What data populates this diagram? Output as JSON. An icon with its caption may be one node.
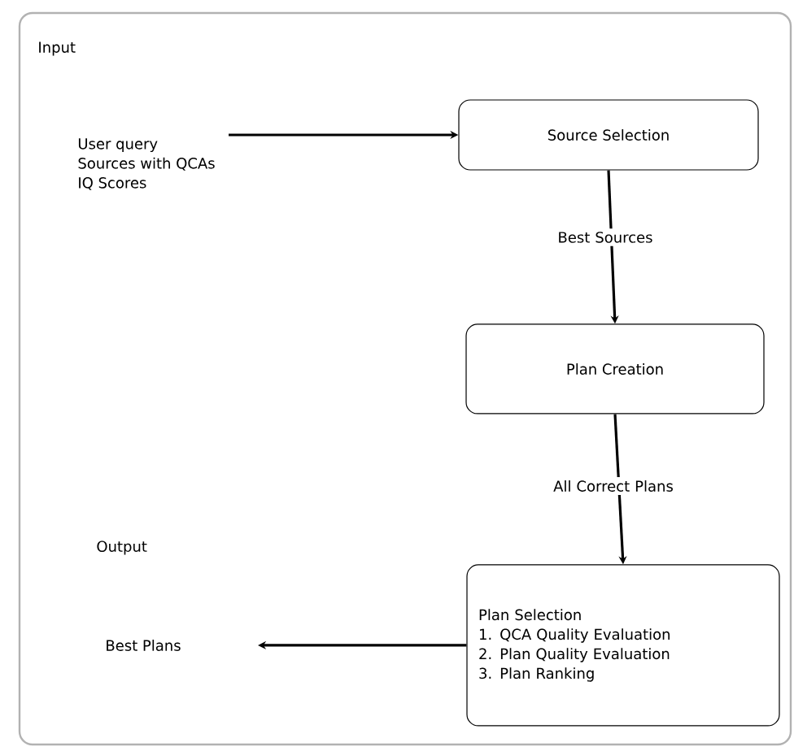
{
  "diagram": {
    "nodes": [
      {
        "text": [
          "User query",
          "Sources with QCAs",
          "IQ Scores"
        ]
      },
      {
        "text": [
          "Source Selection"
        ]
      },
      {
        "text": [
          "Plan Creation"
        ]
      },
      {
        "text": [
          "Plan Selection",
          "1. QCA Quality Evaluation",
          "2. Plan Quality Evaluation",
          "3. Plan Ranking"
        ]
      },
      {
        "text": [
          "Best Plans"
        ]
      }
    ],
    "edges": [
      {
        "from": 0,
        "to": 1,
        "arrow": "to"
      },
      {
        "from": 1,
        "to": 2,
        "arrow": "to",
        "label": "Best Sources"
      },
      {
        "from": 2,
        "to": 3,
        "arrow": "to",
        "label": "All Correct Plans"
      },
      {
        "from": 3,
        "to": 4,
        "arrow": "to"
      }
    ],
    "labels": [
      "Input",
      "Output"
    ]
  }
}
